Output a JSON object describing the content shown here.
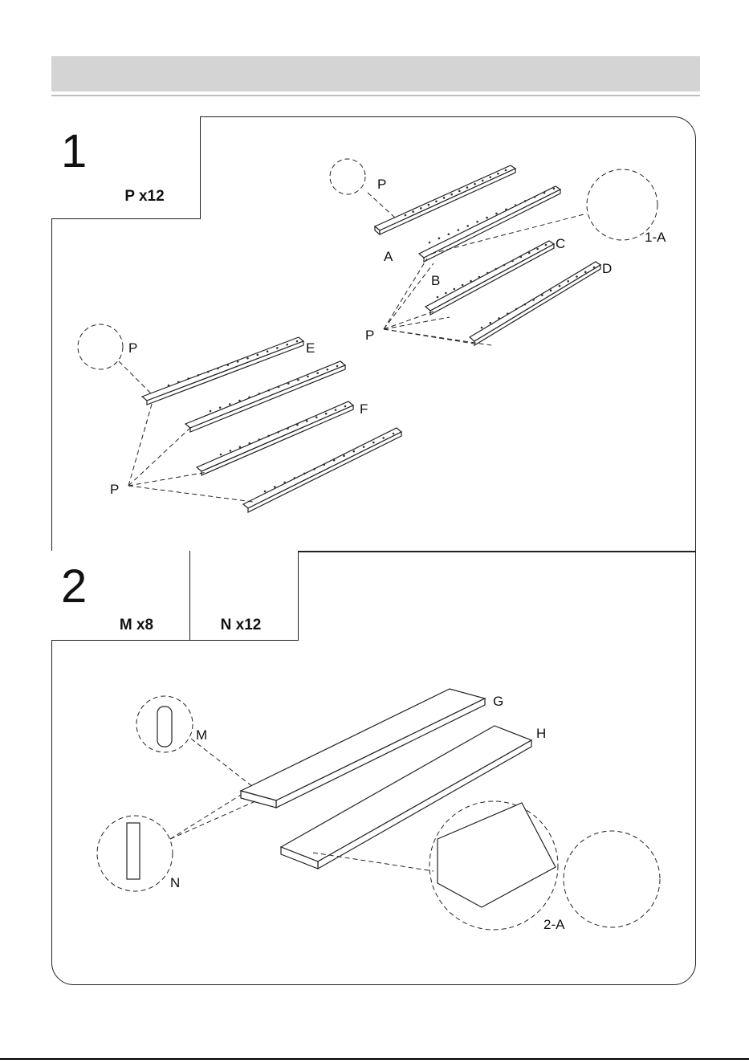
{
  "step1": {
    "number": "1",
    "part": {
      "icon": "cam-lock-icon",
      "label": "P x12"
    },
    "callouts": {
      "cam_top": "P",
      "cam_left": "P",
      "fan_right": "P",
      "fan_left": "P",
      "detail": "1-A"
    },
    "panels": [
      "A",
      "B",
      "C",
      "D",
      "E",
      "F"
    ]
  },
  "step2": {
    "number": "2",
    "parts": [
      {
        "icon": "dowel-icon",
        "label": "M x8"
      },
      {
        "icon": "cam-bolt-icon",
        "label": "N x12"
      }
    ],
    "callouts": {
      "dowel": "M",
      "bolt": "N",
      "detail": "2-A"
    },
    "panels": [
      "G",
      "H"
    ]
  }
}
